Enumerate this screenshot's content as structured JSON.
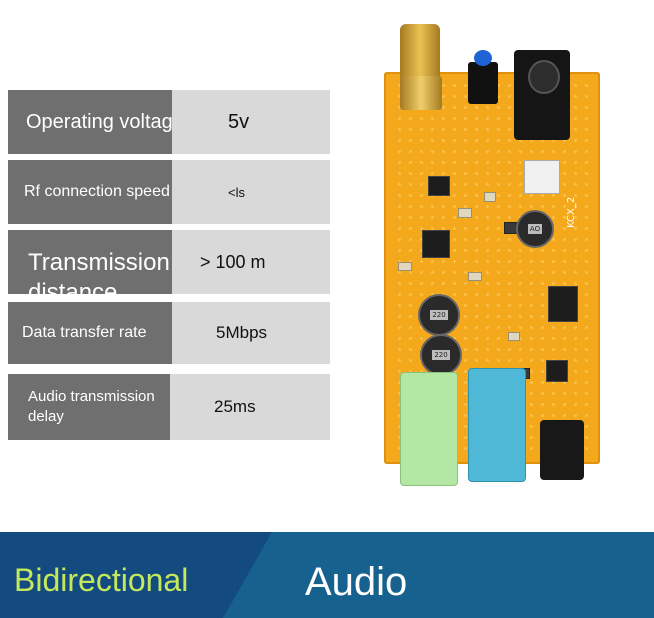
{
  "specs": [
    {
      "label": "Operating voltage:",
      "value": "5v"
    },
    {
      "label": "Rf connection speed",
      "value": "<ls"
    },
    {
      "label": "Transmission distance",
      "value": "> 100 m"
    },
    {
      "label": "Data transfer rate",
      "value": "5Mbps"
    },
    {
      "label": "Audio transmission delay",
      "value": "25ms"
    }
  ],
  "board": {
    "silkscreen_label": "KCX_2",
    "coil_top_label": "220",
    "coil_bottom_label": "220",
    "inductor_label": "AO"
  },
  "banner": {
    "left_text": "Bidirectional",
    "right_text": "Audio"
  },
  "colors": {
    "label_bg": "#6f6f6f",
    "value_bg": "#d9d9d9",
    "pcb": "#f4a81c",
    "banner_bg": "#17618f",
    "banner_left_bg": "#134b80",
    "banner_left_text": "#c4e85c"
  }
}
